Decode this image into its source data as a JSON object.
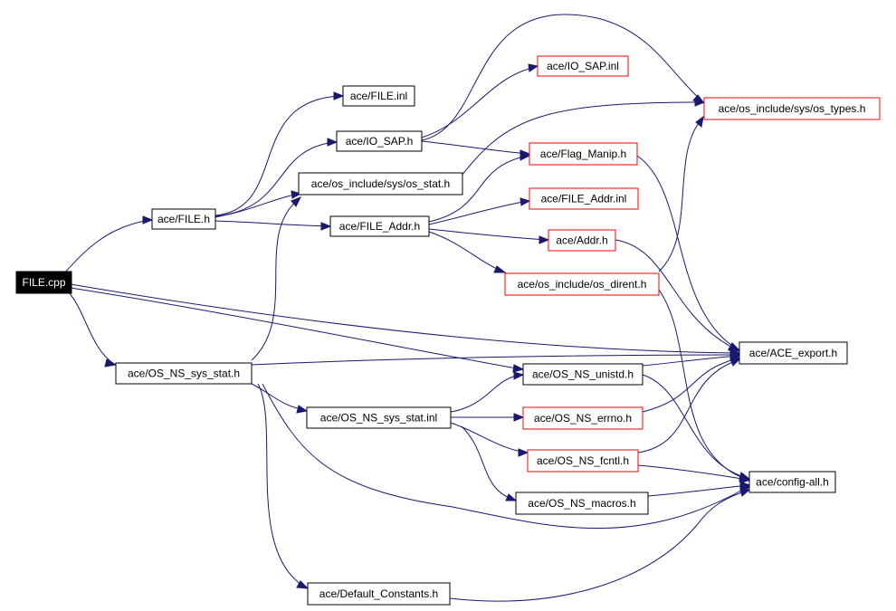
{
  "graph": {
    "colors": {
      "edge": "#191970",
      "root_fill": "#000000",
      "root_text": "#ffffff",
      "node_border": "#000000",
      "external_border": "#ff0000",
      "node_fill": "#ffffff",
      "node_text": "#000000"
    },
    "nodes": [
      {
        "id": "n_file_cpp",
        "label": "FILE.cpp",
        "kind": "root"
      },
      {
        "id": "n_file_h",
        "label": "ace/FILE.h",
        "kind": "normal"
      },
      {
        "id": "n_os_ns_sys_stat_h",
        "label": "ace/OS_NS_sys_stat.h",
        "kind": "normal"
      },
      {
        "id": "n_file_inl",
        "label": "ace/FILE.inl",
        "kind": "normal"
      },
      {
        "id": "n_io_sap_h",
        "label": "ace/IO_SAP.h",
        "kind": "normal"
      },
      {
        "id": "n_os_stat_h",
        "label": "ace/os_include/sys/os_stat.h",
        "kind": "normal"
      },
      {
        "id": "n_file_addr_h",
        "label": "ace/FILE_Addr.h",
        "kind": "normal"
      },
      {
        "id": "n_os_ns_sys_stat_inl",
        "label": "ace/OS_NS_sys_stat.inl",
        "kind": "normal"
      },
      {
        "id": "n_default_constants_h",
        "label": "ace/Default_Constants.h",
        "kind": "normal"
      },
      {
        "id": "n_io_sap_inl",
        "label": "ace/IO_SAP.inl",
        "kind": "external"
      },
      {
        "id": "n_os_types_h",
        "label": "ace/os_include/sys/os_types.h",
        "kind": "external"
      },
      {
        "id": "n_flag_manip_h",
        "label": "ace/Flag_Manip.h",
        "kind": "external"
      },
      {
        "id": "n_file_addr_inl",
        "label": "ace/FILE_Addr.inl",
        "kind": "external"
      },
      {
        "id": "n_addr_h",
        "label": "ace/Addr.h",
        "kind": "external"
      },
      {
        "id": "n_os_dirent_h",
        "label": "ace/os_include/os_dirent.h",
        "kind": "external"
      },
      {
        "id": "n_os_ns_unistd_h",
        "label": "ace/OS_NS_unistd.h",
        "kind": "normal"
      },
      {
        "id": "n_os_ns_errno_h",
        "label": "ace/OS_NS_errno.h",
        "kind": "external"
      },
      {
        "id": "n_os_ns_fcntl_h",
        "label": "ace/OS_NS_fcntl.h",
        "kind": "external"
      },
      {
        "id": "n_os_ns_macros_h",
        "label": "ace/OS_NS_macros.h",
        "kind": "normal"
      },
      {
        "id": "n_ace_export_h",
        "label": "ace/ACE_export.h",
        "kind": "normal"
      },
      {
        "id": "n_config_all_h",
        "label": "ace/config-all.h",
        "kind": "normal"
      }
    ]
  }
}
